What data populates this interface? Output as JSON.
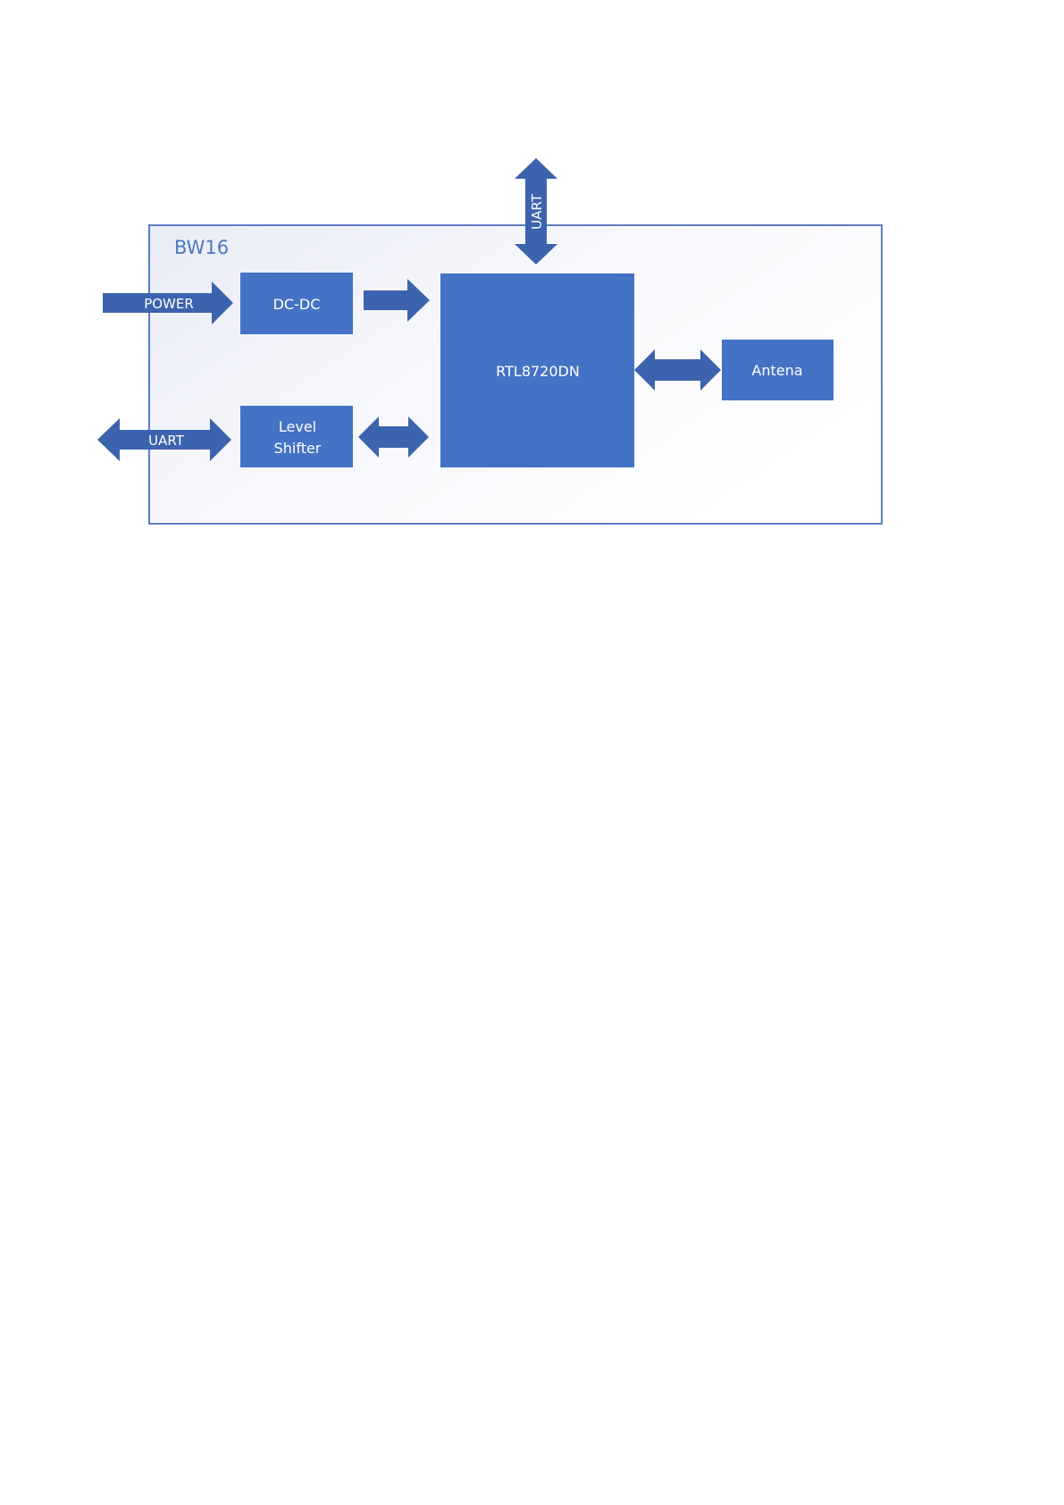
{
  "diagram": {
    "module_label": "BW16",
    "blocks": {
      "dcdc": "DC-DC",
      "level_shifter_line1": "Level",
      "level_shifter_line2": "Shifter",
      "chip": "RTL8720DN",
      "antenna": "Antena"
    },
    "arrows": {
      "power": "POWER",
      "uart_left": "UART",
      "uart_top": "UART"
    },
    "colors": {
      "block_fill": "#4472c4",
      "arrow_fill": "#3c63ad",
      "frame_stroke": "#5b7fc2",
      "title": "#4a78bd"
    }
  }
}
